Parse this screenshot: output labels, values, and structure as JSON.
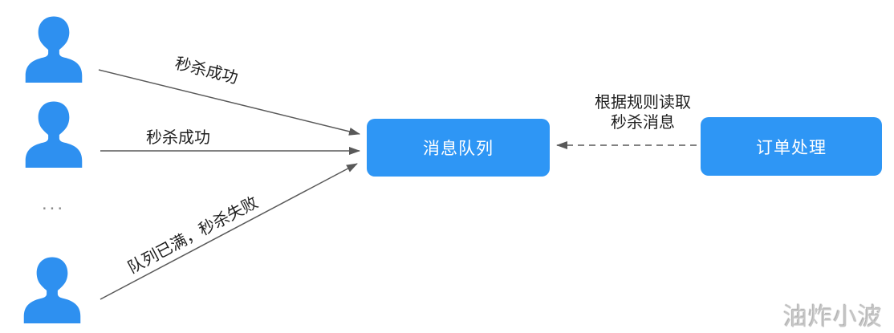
{
  "diagram": {
    "users": [
      {
        "id": "user-1"
      },
      {
        "id": "user-2"
      },
      {
        "id": "user-3"
      }
    ],
    "ellipsis": "...",
    "nodes": {
      "message_queue": "消息队列",
      "order_processing": "订单处理"
    },
    "edge_labels": {
      "user1_to_queue": "秒杀成功",
      "user2_to_queue": "秒杀成功",
      "user3_to_queue": "队列已满，秒杀失败",
      "order_to_queue_line1": "根据规则读取",
      "order_to_queue_line2": "秒杀消息"
    },
    "watermark": "油炸小波",
    "colors": {
      "node_fill": "#2E96F5",
      "node_text": "#FFFFFF",
      "user_fill": "#2E90F0",
      "arrow": "#595959",
      "label_text": "#1F1F1F",
      "ellipsis_text": "#8C8C8C",
      "watermark_text": "#C6C6C6",
      "background": "#FFFFFF"
    }
  }
}
